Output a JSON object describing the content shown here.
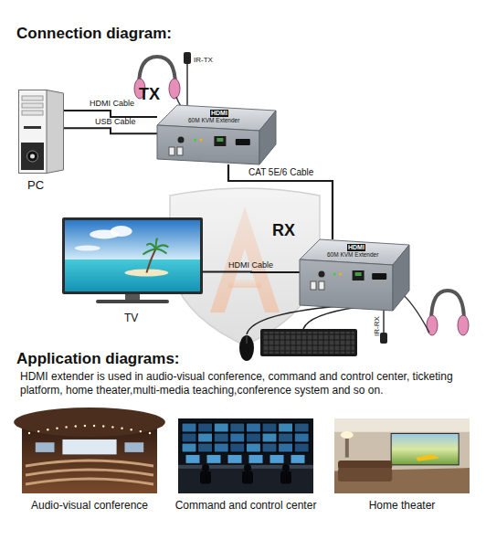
{
  "diagram": {
    "title": "Connection diagram:",
    "nodes": [
      {
        "text": [
          "PC"
        ]
      },
      {
        "text": [
          "TX",
          "HDMI",
          "60M KVM Extender"
        ]
      },
      {
        "text": [
          "TV"
        ]
      },
      {
        "text": [
          "RX",
          "HDMI",
          "60M KVM Extender"
        ]
      },
      {
        "text": [
          "Audio-visual conference"
        ]
      },
      {
        "text": [
          "Command and control center"
        ]
      },
      {
        "text": [
          "Home theater"
        ]
      }
    ],
    "edges": [
      {
        "from": 0,
        "to": 1,
        "label": "HDMI Cable",
        "arrow": "none"
      },
      {
        "from": 0,
        "to": 1,
        "label": "USB Cable",
        "arrow": "none"
      },
      {
        "from": 1,
        "to": 3,
        "label": "CAT 5E/6 Cable",
        "arrow": "none"
      },
      {
        "from": 2,
        "to": 3,
        "label": "HDMI Cable",
        "arrow": "none"
      }
    ],
    "labels": [
      "IR-TX",
      "IR-RX",
      "Application diagrams:",
      "HDMI extender is used in audio-visual conference, command and control center, ticketing platform, home theater,multi-media teaching,conference system and so on."
    ]
  }
}
